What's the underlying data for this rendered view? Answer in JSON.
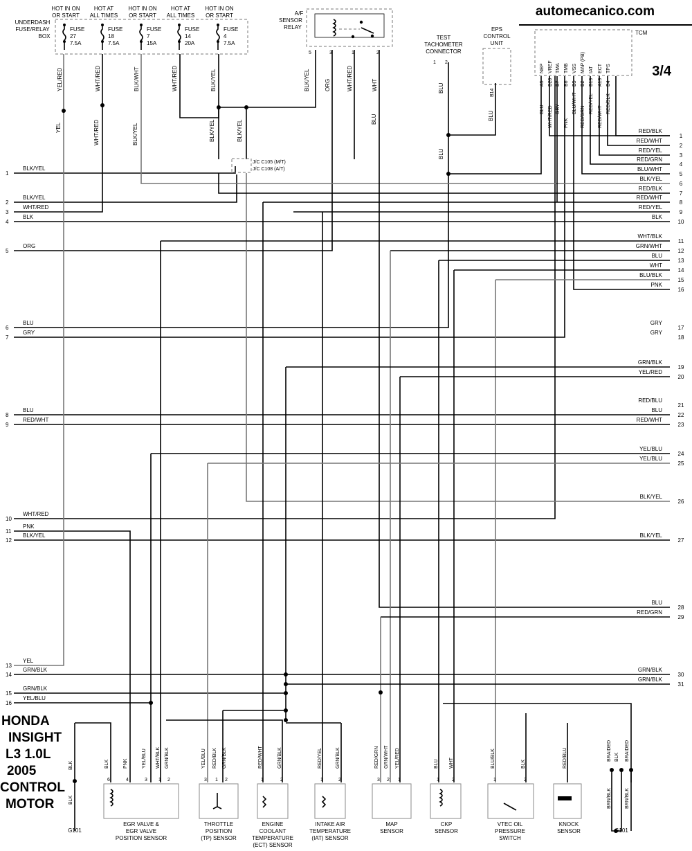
{
  "site": "automecanico.com",
  "page_number": "3/4",
  "title_lines": [
    "HONDA",
    "INSIGHT",
    "L3 1.0L",
    "2005",
    "CONTROL",
    "MOTOR"
  ],
  "fuse_box": {
    "label_line1": "UNDERDASH",
    "label_line2": "FUSE/RELAY",
    "label_line3": "BOX",
    "fuses": [
      {
        "hot_line1": "HOT IN ON",
        "hot_line2": "OR START",
        "name": "FUSE",
        "num": "27",
        "amp": "7.5A",
        "wire": "YEL/RED"
      },
      {
        "hot_line1": "HOT AT",
        "hot_line2": "ALL TIMES",
        "name": "FUSE",
        "num": "18",
        "amp": "7.5A",
        "wire": "WHT/RED"
      },
      {
        "hot_line1": "HOT IN ON",
        "hot_line2": "OR START",
        "name": "FUSE",
        "num": "7",
        "amp": "15A",
        "wire": "BLK/WHT"
      },
      {
        "hot_line1": "HOT AT",
        "hot_line2": "ALL TIMES",
        "name": "FUSE",
        "num": "14",
        "amp": "20A",
        "wire": "WHT/RED"
      },
      {
        "hot_line1": "HOT IN ON",
        "hot_line2": "OR START",
        "name": "FUSE",
        "num": "4",
        "amp": "7.5A",
        "wire": "BLK/YEL"
      }
    ]
  },
  "af_relay": {
    "label_line1": "A/F",
    "label_line2": "SENSOR",
    "label_line3": "RELAY",
    "pins": [
      "5",
      "3",
      "1",
      "2"
    ],
    "wires": [
      "BLK/YEL",
      "ORG",
      "WHT/RED",
      "WHT"
    ]
  },
  "test_tach": {
    "label_line1": "TEST",
    "label_line2": "TACHOMETER",
    "label_line3": "CONNECTOR",
    "pins": [
      "1",
      "2"
    ],
    "wire": "BLU"
  },
  "eps": {
    "label_line1": "EPS",
    "label_line2": "CONTROL",
    "label_line3": "UNIT",
    "pin": "B14",
    "wire": "BLU"
  },
  "tcm": {
    "label": "TCM",
    "signals": [
      "NEP",
      "VREF",
      "TMA",
      "TMB",
      "VSS",
      "MAP (PB)",
      "IAT",
      "ECT",
      "TPS"
    ],
    "pins": [
      "A5",
      "B20",
      "B7",
      "B6",
      "B5",
      "B2",
      "B19",
      "A19",
      "B4"
    ],
    "wires": [
      "BLU",
      "WHT/RED",
      "GRY",
      "PNK",
      "BLU/WHT",
      "RED/GRN",
      "RED/YEL",
      "RED/WHT",
      "RED/BLK"
    ]
  },
  "upper_wires": [
    "YEL",
    "WHT/RED",
    "BLK/YEL",
    "BLK/YEL",
    "BLK/YEL",
    "BLU",
    "BLU",
    "BLU"
  ],
  "jc_labels": [
    "J/C C105 (M/T)",
    "J/C C108 (A/T)"
  ],
  "left_lines": [
    {
      "num": "1",
      "wire": "BLK/YEL"
    },
    {
      "num": "2",
      "wire": "BLK/YEL"
    },
    {
      "num": "3",
      "wire": "WHT/RED"
    },
    {
      "num": "4",
      "wire": "BLK"
    },
    {
      "num": "5",
      "wire": "ORG"
    },
    {
      "num": "6",
      "wire": "BLU"
    },
    {
      "num": "7",
      "wire": "GRY"
    },
    {
      "num": "8",
      "wire": "BLU"
    },
    {
      "num": "9",
      "wire": "RED/WHT"
    },
    {
      "num": "10",
      "wire": "WHT/RED"
    },
    {
      "num": "11",
      "wire": "PNK"
    },
    {
      "num": "12",
      "wire": "BLK/YEL"
    },
    {
      "num": "13",
      "wire": "YEL"
    },
    {
      "num": "14",
      "wire": "GRN/BLK"
    },
    {
      "num": "15",
      "wire": "GRN/BLK"
    },
    {
      "num": "16",
      "wire": "YEL/BLU"
    }
  ],
  "right_lines": [
    {
      "num": "1",
      "wire": "RED/BLK"
    },
    {
      "num": "2",
      "wire": "RED/WHT"
    },
    {
      "num": "3",
      "wire": "RED/YEL"
    },
    {
      "num": "4",
      "wire": "RED/GRN"
    },
    {
      "num": "5",
      "wire": "BLU/WHT"
    },
    {
      "num": "6",
      "wire": "BLK/YEL"
    },
    {
      "num": "7",
      "wire": "RED/BLK"
    },
    {
      "num": "8",
      "wire": "RED/WHT"
    },
    {
      "num": "9",
      "wire": "RED/YEL"
    },
    {
      "num": "10",
      "wire": "BLK"
    },
    {
      "num": "11",
      "wire": "WHT/BLK"
    },
    {
      "num": "12",
      "wire": "GRN/WHT"
    },
    {
      "num": "13",
      "wire": "BLU"
    },
    {
      "num": "14",
      "wire": "WHT"
    },
    {
      "num": "15",
      "wire": "BLU/BLK"
    },
    {
      "num": "16",
      "wire": "PNK"
    },
    {
      "num": "17",
      "wire": "GRY"
    },
    {
      "num": "18",
      "wire": "GRY"
    },
    {
      "num": "19",
      "wire": "GRN/BLK"
    },
    {
      "num": "20",
      "wire": "YEL/RED"
    },
    {
      "num": "21",
      "wire": "RED/BLU"
    },
    {
      "num": "22",
      "wire": "BLU"
    },
    {
      "num": "23",
      "wire": "RED/WHT"
    },
    {
      "num": "24",
      "wire": "YEL/BLU"
    },
    {
      "num": "25",
      "wire": "YEL/BLU"
    },
    {
      "num": "26",
      "wire": "BLK/YEL"
    },
    {
      "num": "27",
      "wire": "BLK/YEL"
    },
    {
      "num": "28",
      "wire": "BLU"
    },
    {
      "num": "29",
      "wire": "RED/GRN"
    },
    {
      "num": "30",
      "wire": "GRN/BLK"
    },
    {
      "num": "31",
      "wire": "GRN/BLK"
    }
  ],
  "components": [
    {
      "name_lines": [
        "EGR VALVE &",
        "EGR VALVE",
        "POSITION SENSOR"
      ],
      "pins": [
        "6",
        "4",
        "3",
        "1",
        "2"
      ],
      "wires": [
        "BLK",
        "PNK",
        "YEL/BLU",
        "WHT/BLK",
        "GRN/BLK"
      ]
    },
    {
      "name_lines": [
        "THROTTLE",
        "POSITION",
        "(TP) SENSOR"
      ],
      "pins": [
        "3",
        "1",
        "2"
      ],
      "wires": [
        "YEL/BLU",
        "RED/BLK",
        "GRN/BLK"
      ]
    },
    {
      "name_lines": [
        "ENGINE",
        "COOLANT",
        "TEMPERATURE",
        "(ECT) SENSOR"
      ],
      "pins": [
        "1",
        "2"
      ],
      "wires": [
        "RED/WHT",
        "GRN/BLK"
      ]
    },
    {
      "name_lines": [
        "INTAKE AIR",
        "TEMPERATURE",
        "(IAT) SENSOR"
      ],
      "pins": [
        "1",
        "2"
      ],
      "wires": [
        "RED/YEL",
        "GRN/BLK"
      ]
    },
    {
      "name_lines": [
        "MAP",
        "SENSOR"
      ],
      "pins": [
        "3",
        "2",
        "1"
      ],
      "wires": [
        "RED/GRN",
        "GRN/WHT",
        "YEL/RED"
      ]
    },
    {
      "name_lines": [
        "CKP",
        "SENSOR"
      ],
      "pins": [
        "1",
        "2"
      ],
      "wires": [
        "BLU",
        "WHT"
      ]
    },
    {
      "name_lines": [
        "VTEC OIL",
        "PRESSURE",
        "SWITCH"
      ],
      "pins": [
        "1",
        "2"
      ],
      "wires": [
        "BLU/BLK",
        "BLK"
      ]
    },
    {
      "name_lines": [
        "KNOCK",
        "SENSOR"
      ],
      "pins": [],
      "wires": [
        "RED/BLU"
      ]
    }
  ],
  "ground_left": {
    "label": "G101",
    "wires": [
      "BLK",
      "BLK"
    ]
  },
  "ground_right": {
    "label": "G101",
    "wires": [
      "BRAIDED",
      "BLK",
      "BRAIDED",
      "BRN/BLK",
      "BRN/BLK"
    ]
  }
}
